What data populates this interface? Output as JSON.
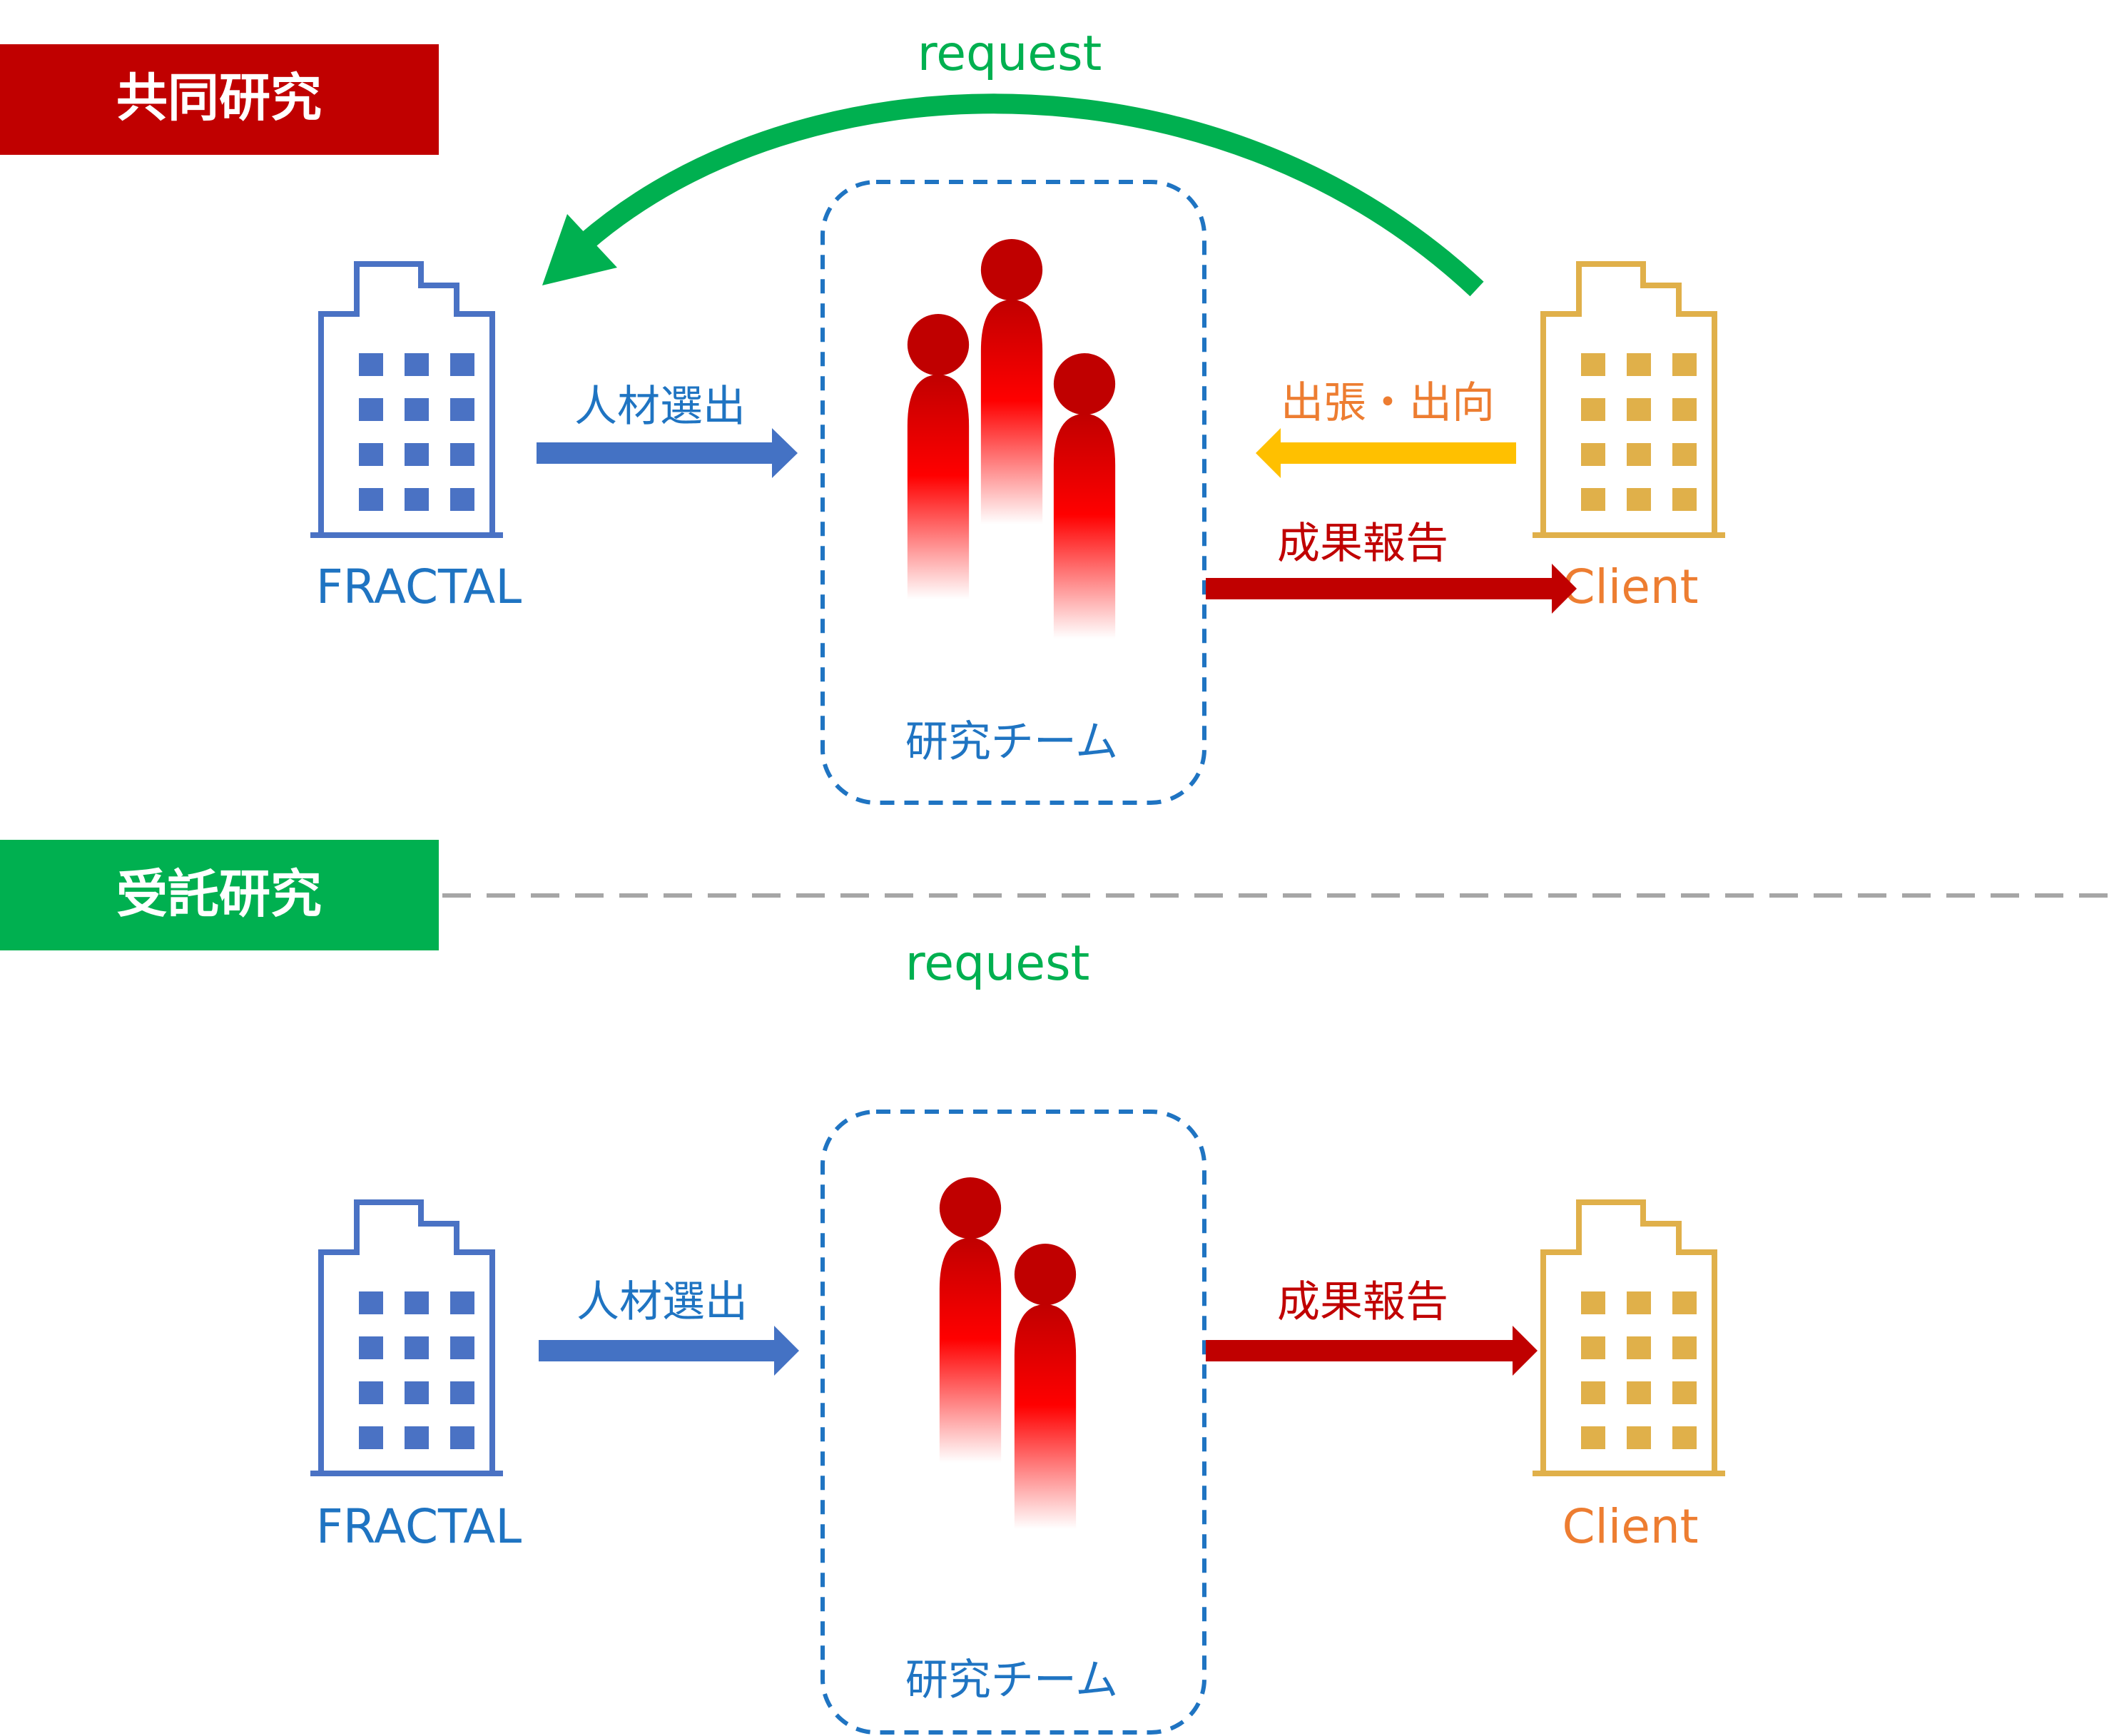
{
  "colors": {
    "fractal": "#4a72c4",
    "client": "#e0b04a",
    "result": "#c00000",
    "dispatch": "#ffc000",
    "request": "#00b050",
    "team_border": "#1f74c2",
    "header_joint": "#c00000",
    "header_commissioned": "#00b050",
    "client_label": "#ed7d31",
    "dispatch_label": "#ed7d31",
    "divider": "#a6a6a6"
  },
  "joint": {
    "header": "共同研究",
    "request": "request",
    "fractal_label": "FRACTAL",
    "client_label": "Client",
    "selection": "人材選出",
    "dispatch": "出張・出向",
    "result": "成果報告",
    "team": "研究チーム"
  },
  "commissioned": {
    "header": "受託研究",
    "request": "request",
    "fractal_label": "FRACTAL",
    "client_label": "Client",
    "selection": "人材選出",
    "result": "成果報告",
    "team": "研究チーム"
  },
  "icons": [
    "building-icon",
    "person-icon"
  ]
}
